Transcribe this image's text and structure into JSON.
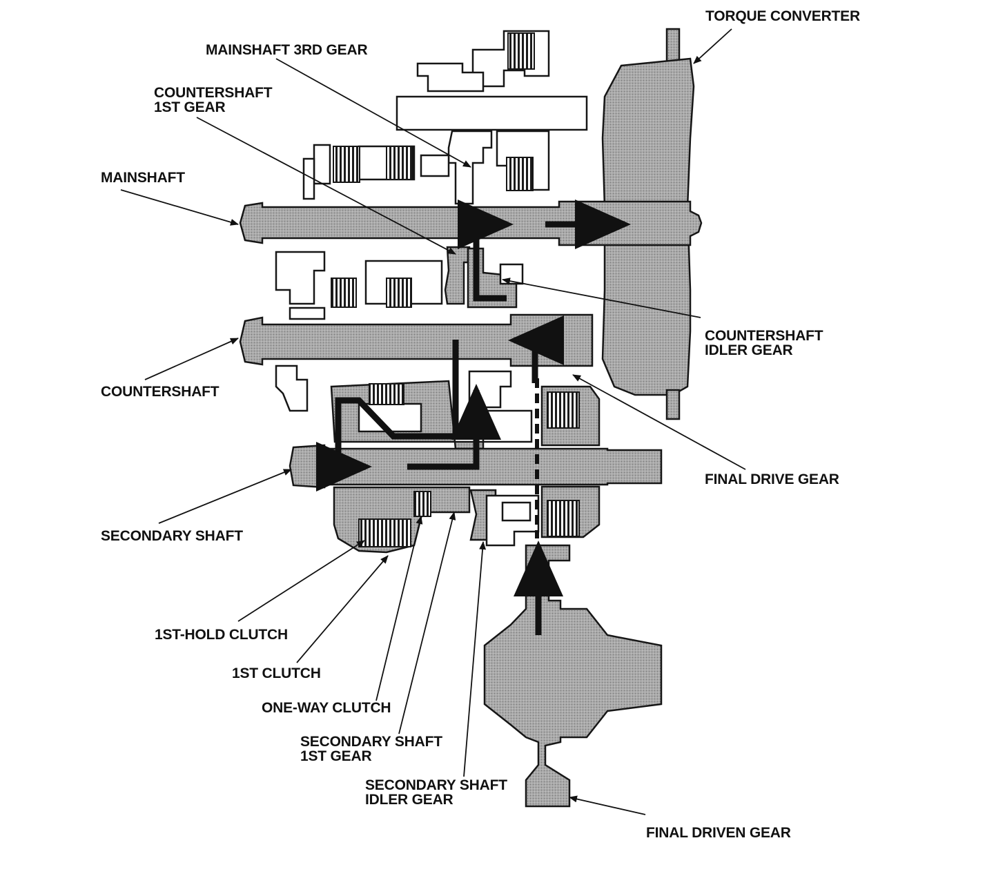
{
  "colors": {
    "background": "#ffffff",
    "part_fill": "#a9a9a9",
    "outline": "#161616",
    "flow_arrow": "#111111",
    "label_text": "#111111"
  },
  "labels": {
    "torque_converter": "TORQUE CONVERTER",
    "mainshaft_3rd_gear": "MAINSHAFT 3RD GEAR",
    "countershaft_1st_gear": [
      "COUNTERSHAFT",
      "1ST GEAR"
    ],
    "mainshaft": "MAINSHAFT",
    "countershaft_idler_gear": [
      "COUNTERSHAFT",
      "IDLER GEAR"
    ],
    "countershaft": "COUNTERSHAFT",
    "final_drive_gear": "FINAL DRIVE GEAR",
    "secondary_shaft": "SECONDARY SHAFT",
    "first_hold_clutch": "1ST-HOLD CLUTCH",
    "first_clutch": "1ST CLUTCH",
    "one_way_clutch": "ONE-WAY CLUTCH",
    "secondary_shaft_1st_gear": [
      "SECONDARY SHAFT",
      "1ST GEAR"
    ],
    "secondary_shaft_idler_gear": [
      "SECONDARY SHAFT",
      "IDLER GEAR"
    ],
    "final_driven_gear": "FINAL DRIVEN GEAR"
  }
}
